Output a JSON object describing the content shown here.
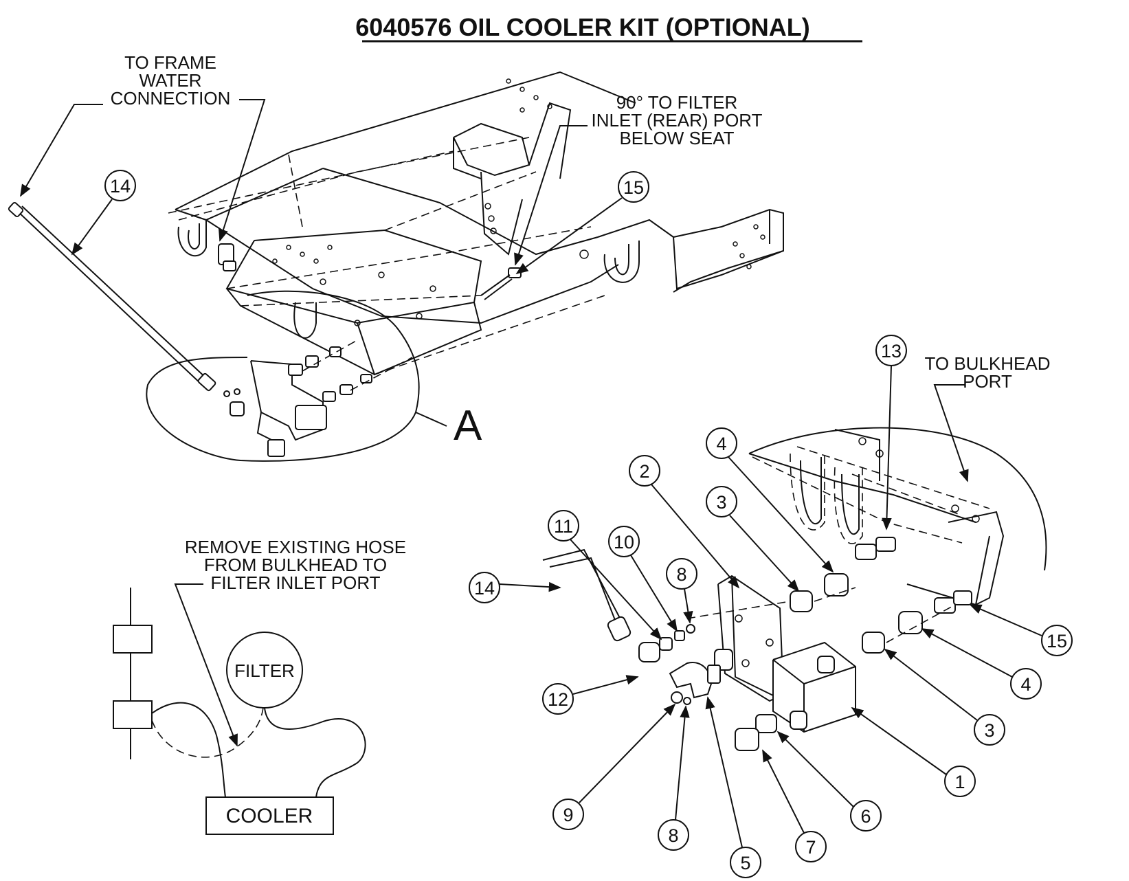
{
  "title": "6040576  OIL COOLER KIT (OPTIONAL)",
  "notes": {
    "frame_water": [
      "TO FRAME",
      "WATER",
      "CONNECTION"
    ],
    "filter_inlet": [
      "90° TO FILTER",
      "INLET (REAR) PORT",
      "BELOW SEAT"
    ],
    "bulkhead_port": [
      "TO BULKHEAD",
      "PORT"
    ],
    "remove_hose": [
      "REMOVE EXISTING HOSE",
      "FROM BULKHEAD TO",
      "FILTER INLET PORT"
    ]
  },
  "detail_label": "A",
  "schematic": {
    "filter_label": "FILTER",
    "cooler_label": "COOLER"
  },
  "callouts": {
    "c14a": "14",
    "c15a": "15",
    "c13": "13",
    "c4a": "4",
    "c2": "2",
    "c3a": "3",
    "c11": "11",
    "c10": "10",
    "c8a": "8",
    "c14b": "14",
    "c12": "12",
    "c9": "9",
    "c8b": "8",
    "c5": "5",
    "c7": "7",
    "c6": "6",
    "c1": "1",
    "c3b": "3",
    "c4b": "4",
    "c15b": "15"
  },
  "colors": {
    "ink": "#111111",
    "paper": "#ffffff"
  }
}
